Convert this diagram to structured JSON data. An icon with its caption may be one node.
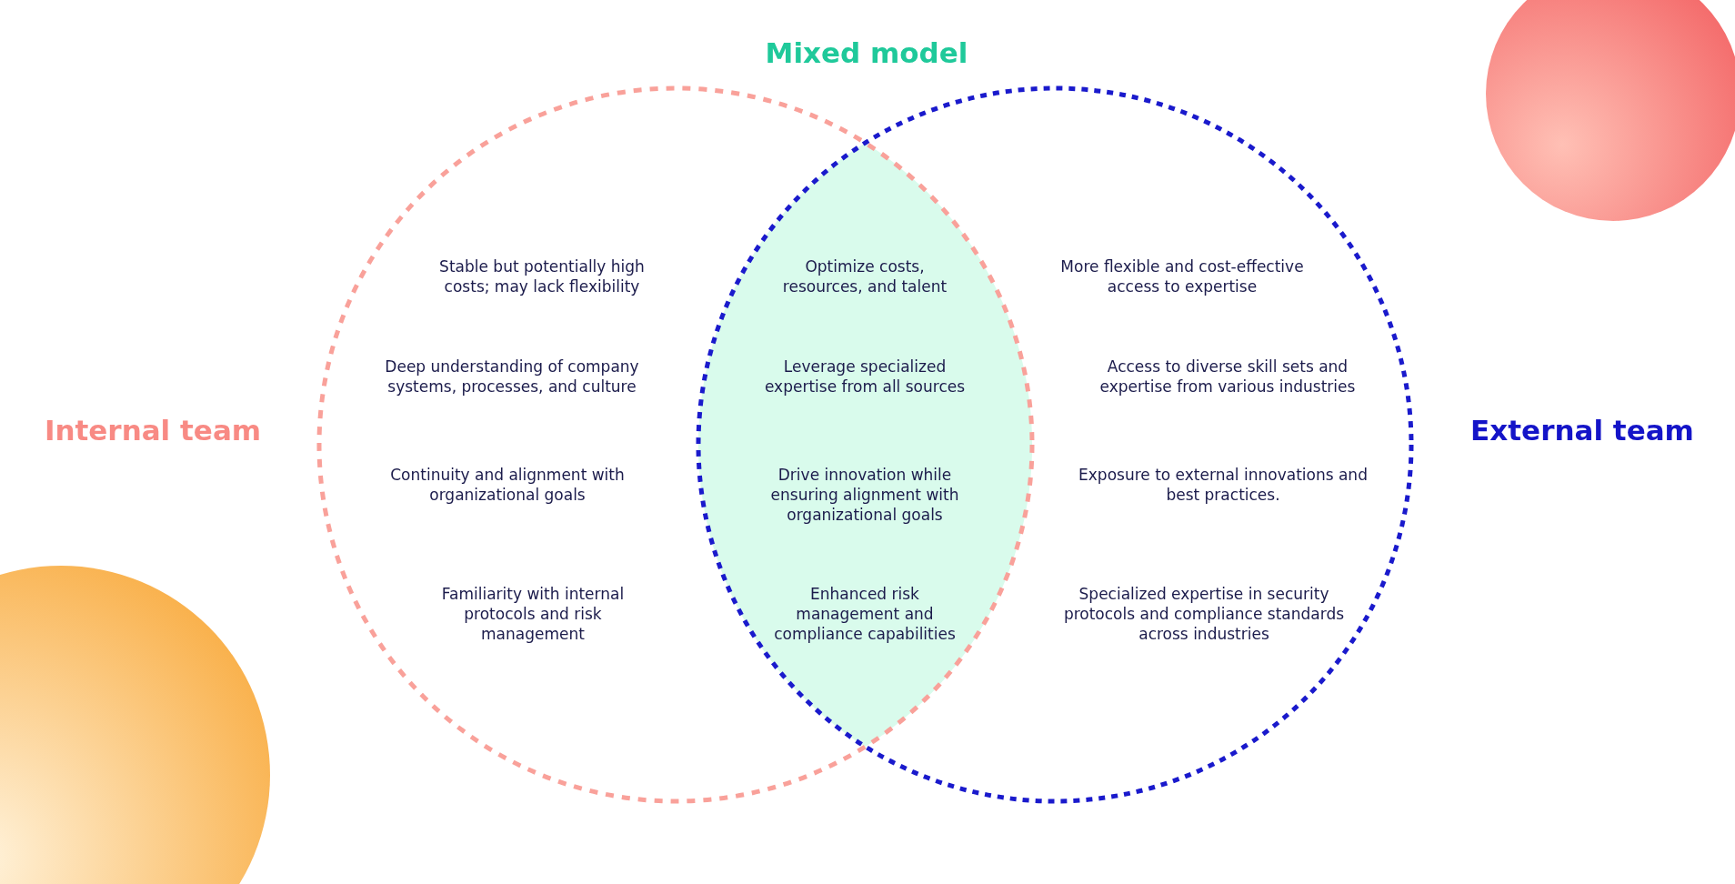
{
  "diagram": {
    "nodes": [
      {
        "text": [
          "Internal team",
          "Stable but potentially high costs; may lack flexibility",
          "Deep understanding of company systems, processes, and culture",
          "Continuity and alignment with organizational goals",
          "Familiarity with internal protocols and risk management"
        ]
      },
      {
        "text": [
          "Mixed model",
          "Optimize costs, resources, and talent",
          "Leverage specialized expertise from all sources",
          "Drive innovation while ensuring alignment with organizational goals",
          "Enhanced risk management and compliance capabilities"
        ]
      },
      {
        "text": [
          "External team",
          "More flexible and cost-effective access to expertise",
          "Access to diverse skill sets and expertise from various industries",
          "Exposure to external innovations and best practices.",
          "Specialized expertise in security protocols and compliance standards across industries"
        ]
      }
    ]
  }
}
